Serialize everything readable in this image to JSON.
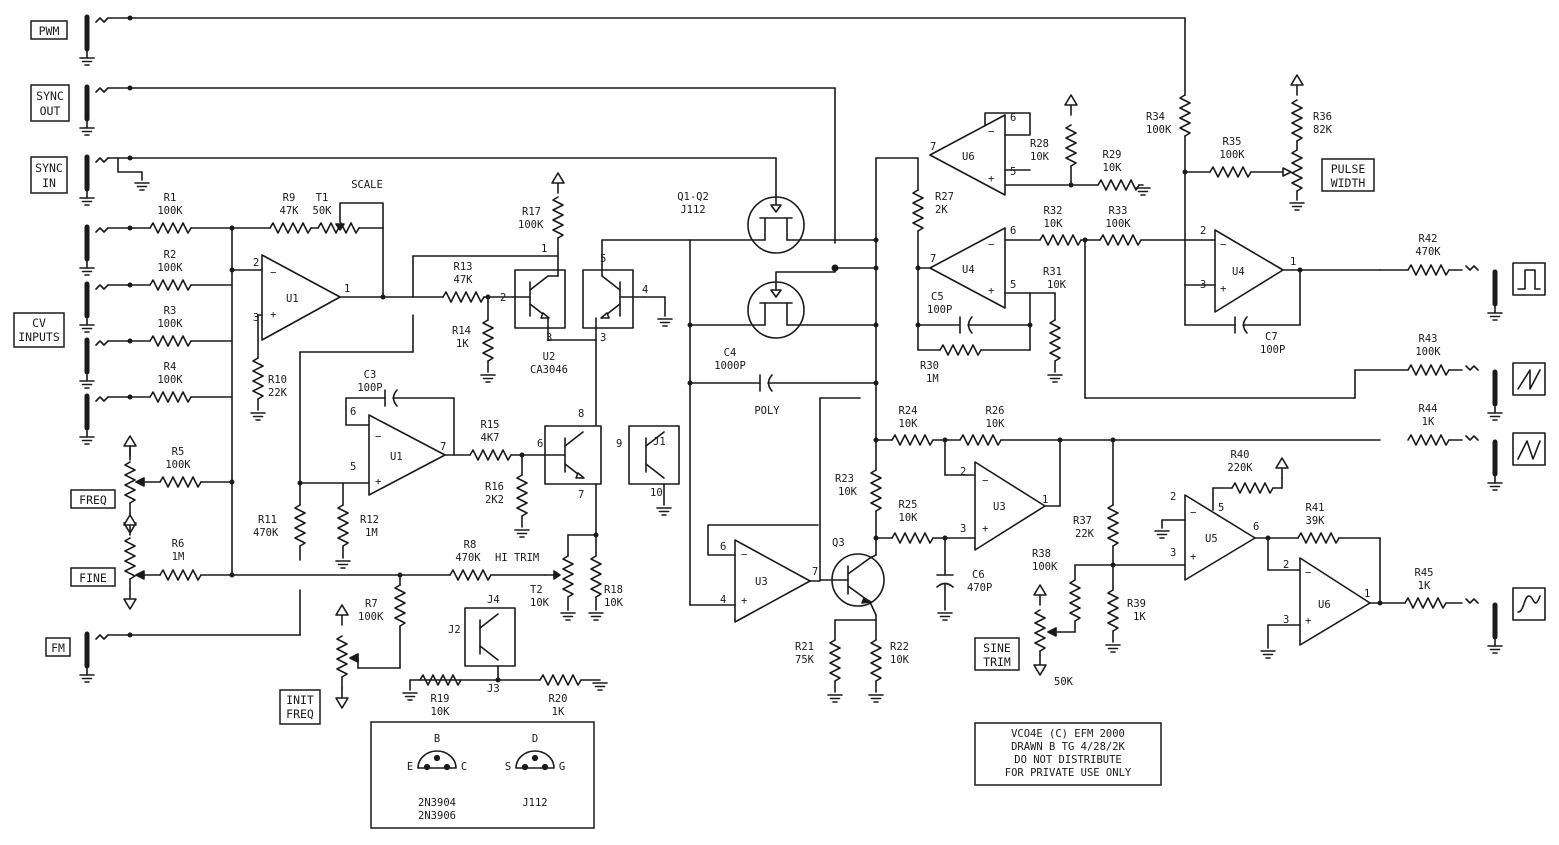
{
  "ports": {
    "pwm": "PWM",
    "sync_out": [
      "SYNC",
      "OUT"
    ],
    "sync_in": [
      "SYNC",
      "IN"
    ],
    "cv_inputs": [
      "CV",
      "INPUTS"
    ],
    "freq": "FREQ",
    "fine": "FINE",
    "fm": "FM",
    "init_freq": [
      "INIT",
      "FREQ"
    ],
    "pulse_width": [
      "PULSE",
      "WIDTH"
    ],
    "sine_trim": [
      "SINE",
      "TRIM"
    ]
  },
  "components": {
    "r1": [
      "R1",
      "100K"
    ],
    "r2": [
      "R2",
      "100K"
    ],
    "r3": [
      "R3",
      "100K"
    ],
    "r4": [
      "R4",
      "100K"
    ],
    "r5": [
      "R5",
      "100K"
    ],
    "r6": [
      "R6",
      "1M"
    ],
    "r7": [
      "R7",
      "100K"
    ],
    "r8": [
      "R8",
      "470K"
    ],
    "hi_trim": "HI TRIM",
    "r9": [
      "R9",
      "47K"
    ],
    "t1": [
      "T1",
      "50K"
    ],
    "scale": "SCALE",
    "r10": [
      "R10",
      "22K"
    ],
    "r11": [
      "R11",
      "470K"
    ],
    "r12": [
      "R12",
      "1M"
    ],
    "r13": [
      "R13",
      "47K"
    ],
    "r14": [
      "R14",
      "1K"
    ],
    "r15": [
      "R15",
      "4K7"
    ],
    "r16": [
      "R16",
      "2K2"
    ],
    "r17": [
      "R17",
      "100K"
    ],
    "r18": [
      "R18",
      "10K"
    ],
    "t2": [
      "T2",
      "10K"
    ],
    "r19": [
      "R19",
      "10K"
    ],
    "r20": [
      "R20",
      "1K"
    ],
    "r21": [
      "R21",
      "75K"
    ],
    "r22": [
      "R22",
      "10K"
    ],
    "r23": [
      "R23",
      "10K"
    ],
    "r24": [
      "R24",
      "10K"
    ],
    "r25": [
      "R25",
      "10K"
    ],
    "r26": [
      "R26",
      "10K"
    ],
    "r27": [
      "R27",
      "2K"
    ],
    "r28": [
      "R28",
      "10K"
    ],
    "r29": [
      "R29",
      "10K"
    ],
    "r30": [
      "R30",
      "1M"
    ],
    "r31": [
      "R31",
      "10K"
    ],
    "r32": [
      "R32",
      "10K"
    ],
    "r33": [
      "R33",
      "100K"
    ],
    "r34": [
      "R34",
      "100K"
    ],
    "r35": [
      "R35",
      "100K"
    ],
    "r36": [
      "R36",
      "82K"
    ],
    "r37": [
      "R37",
      "22K"
    ],
    "r38": [
      "R38",
      "100K"
    ],
    "r39": [
      "R39",
      "1K"
    ],
    "r40": [
      "R40",
      "220K"
    ],
    "r41": [
      "R41",
      "39K"
    ],
    "r42": [
      "R42",
      "470K"
    ],
    "r43": [
      "R43",
      "100K"
    ],
    "r44": [
      "R44",
      "1K"
    ],
    "r45": [
      "R45",
      "1K"
    ],
    "c3": [
      "C3",
      "100P"
    ],
    "c4": [
      "C4",
      "1000P"
    ],
    "c5": [
      "C5",
      "100P"
    ],
    "c6": [
      "C6",
      "470P"
    ],
    "c7": [
      "C7",
      "100P"
    ],
    "poly": "POLY",
    "q1q2": [
      "Q1-Q2",
      "J112"
    ],
    "q3": "Q3",
    "u2": [
      "U2",
      "CA3046"
    ],
    "sine_trim_pot": "50K",
    "u1": "U1",
    "u3": "U3",
    "u4": "U4",
    "u5": "U5",
    "u6": "U6",
    "j1": "J1",
    "j2": "J2",
    "j3": "J3",
    "j4": "J4"
  },
  "packages": {
    "bjt_pins": [
      "B",
      "E",
      "C"
    ],
    "bjt_parts": [
      "2N3904",
      "2N3906"
    ],
    "jfet_pins": [
      "D",
      "S",
      "G"
    ],
    "jfet_part": "J112"
  },
  "notes": [
    "VCO4E (C) EFM 2000",
    "DRAWN B TG 4/28/2K",
    "DO NOT DISTRIBUTE",
    "FOR PRIVATE USE ONLY"
  ]
}
